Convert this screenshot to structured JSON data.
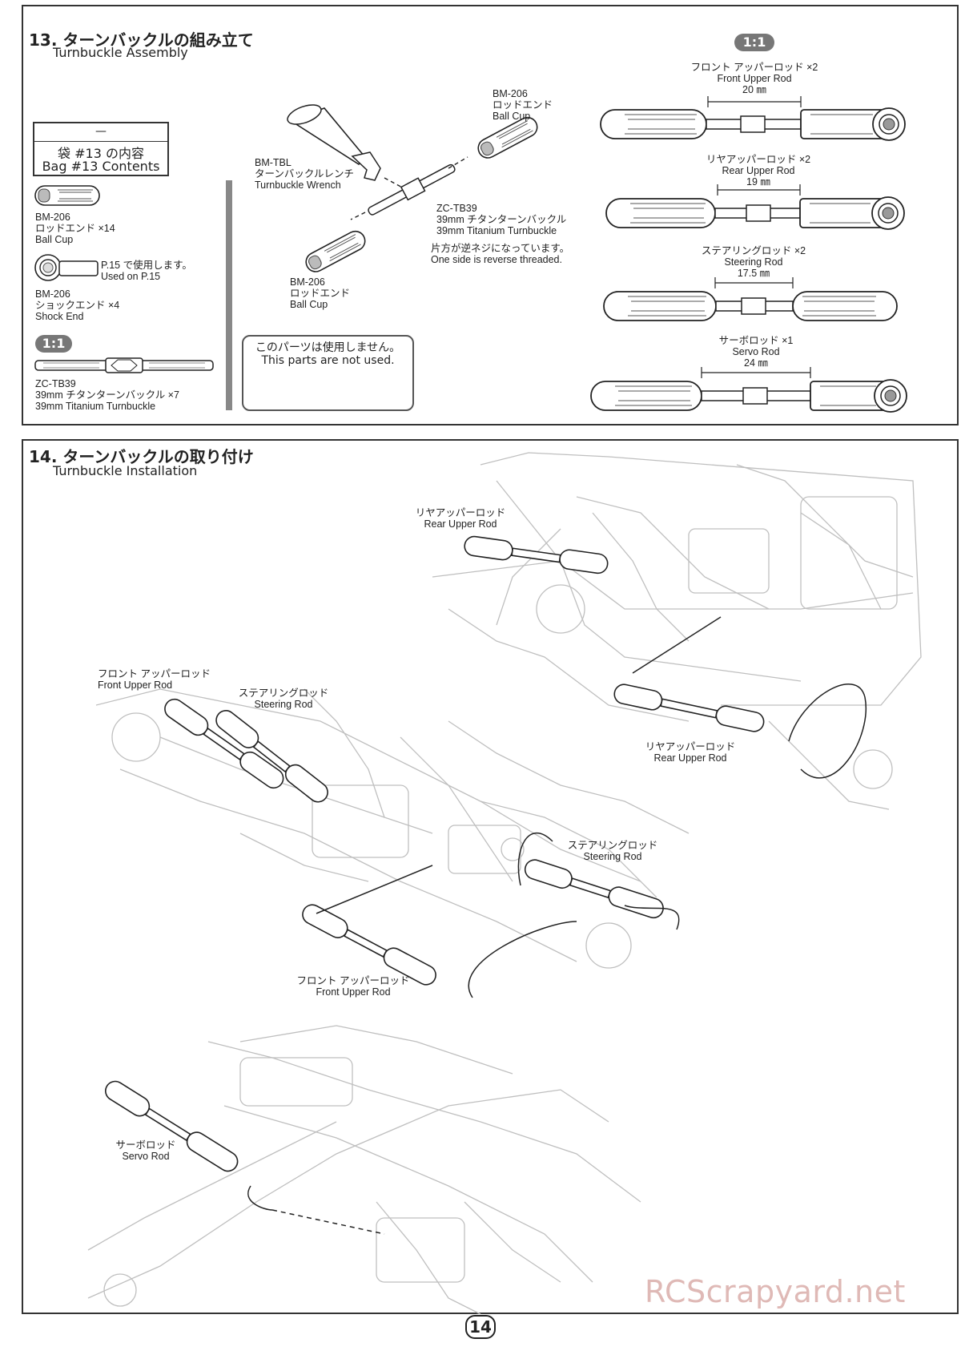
{
  "step13": {
    "title": "13. ターンバックルの組み立て",
    "subtitle": "Turnbuckle Assembly",
    "bag": {
      "dash": "—",
      "line1": "袋 #13 の内容",
      "line2": "Bag #13 Contents"
    },
    "contents": [
      {
        "code": "BM-206",
        "jp": "ロッドエンド ×14",
        "en": "Ball Cup"
      },
      {
        "note_jp": "P.15 で使用します。",
        "note_en": "Used on P.15"
      },
      {
        "code": "BM-206",
        "jp": "ショックエンド ×4",
        "en": "Shock End"
      },
      {
        "code": "ZC-TB39",
        "jp": "39mm チタンターンバックル ×7",
        "en": "39mm Titanium Turnbuckle"
      }
    ],
    "scale_badge": "1:1",
    "assembly": {
      "wrench": {
        "code": "BM-TBL",
        "jp": "ターンバックルレンチ",
        "en": "Turnbuckle Wrench"
      },
      "ballcup_top": {
        "code": "BM-206",
        "jp": "ロッドエンド",
        "en": "Ball Cup"
      },
      "turnbuckle": {
        "code": "ZC-TB39",
        "jp": "39mm チタンターンバックル",
        "en": "39mm Titanium Turnbuckle"
      },
      "reverse_jp": "片方が逆ネジになっています。",
      "reverse_en": "One side is reverse threaded.",
      "ballcup_bottom": {
        "code": "BM-206",
        "jp": "ロッドエンド",
        "en": "Ball Cup"
      }
    },
    "not_used": {
      "jp": "このパーツは使用しません。",
      "en": "This parts are not used."
    },
    "rods": [
      {
        "jp": "フロント アッパーロッド ×2",
        "en": "Front Upper Rod",
        "length": "20 ㎜"
      },
      {
        "jp": "リヤアッパーロッド ×2",
        "en": "Rear Upper Rod",
        "length": "19 ㎜"
      },
      {
        "jp": "ステアリングロッド ×2",
        "en": "Steering Rod",
        "length": "17.5 ㎜"
      },
      {
        "jp": "サーボロッド ×1",
        "en": "Servo Rod",
        "length": "24 ㎜"
      }
    ]
  },
  "step14": {
    "title": "14. ターンバックルの取り付け",
    "subtitle": "Turnbuckle Installation",
    "callouts": [
      {
        "jp": "リヤアッパーロッド",
        "en": "Rear Upper Rod"
      },
      {
        "jp": "リヤアッパーロッド",
        "en": "Rear Upper Rod"
      },
      {
        "jp": "フロント アッパーロッド",
        "en": "Front Upper Rod"
      },
      {
        "jp": "ステアリングロッド",
        "en": "Steering Rod"
      },
      {
        "jp": "ステアリングロッド",
        "en": "Steering Rod"
      },
      {
        "jp": "フロント アッパーロッド",
        "en": "Front Upper Rod"
      },
      {
        "jp": "サーボロッド",
        "en": "Servo Rod"
      }
    ]
  },
  "page_number": "14",
  "watermark": "RCScrapyard.net"
}
